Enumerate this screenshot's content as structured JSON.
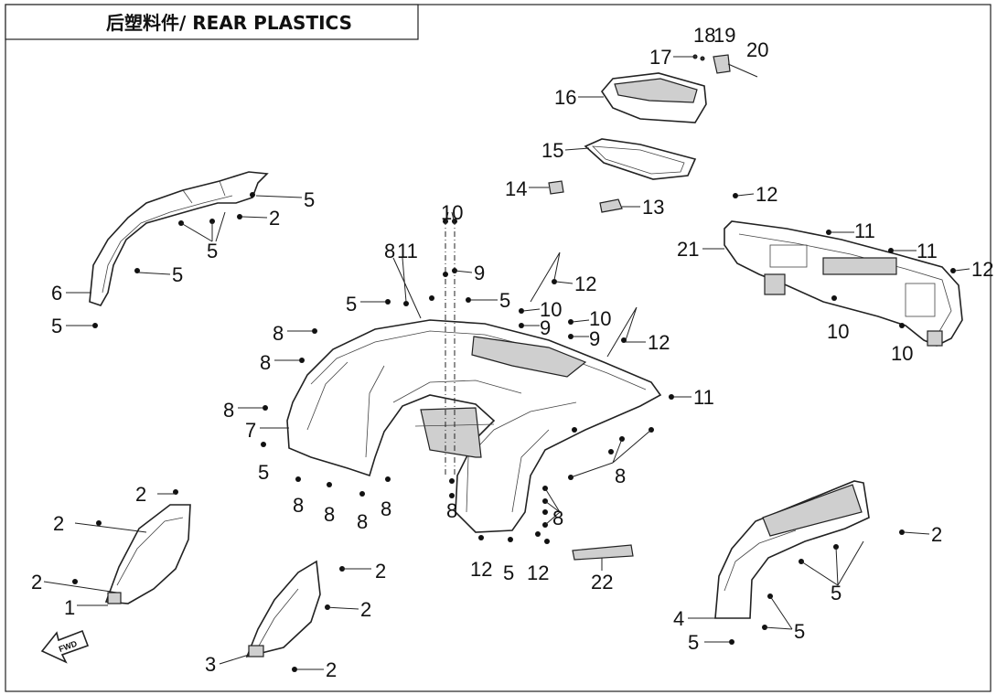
{
  "header": {
    "title": "后塑料件/ REAR PLASTICS"
  },
  "callouts": [
    {
      "id": "c17",
      "text": "17"
    },
    {
      "id": "c18",
      "text": "18"
    },
    {
      "id": "c19",
      "text": "19"
    },
    {
      "id": "c20",
      "text": "20"
    },
    {
      "id": "c16",
      "text": "16"
    },
    {
      "id": "c15",
      "text": "15"
    },
    {
      "id": "c14",
      "text": "14"
    },
    {
      "id": "c13",
      "text": "13"
    },
    {
      "id": "c5a",
      "text": "5"
    },
    {
      "id": "c2a",
      "text": "2"
    },
    {
      "id": "c5b",
      "text": "5"
    },
    {
      "id": "c5c",
      "text": "5"
    },
    {
      "id": "c6",
      "text": "6"
    },
    {
      "id": "c5d",
      "text": "5"
    },
    {
      "id": "c10a",
      "text": "10"
    },
    {
      "id": "c9a",
      "text": "9"
    },
    {
      "id": "c8a",
      "text": "8"
    },
    {
      "id": "c11a",
      "text": "11"
    },
    {
      "id": "c12a",
      "text": "12"
    },
    {
      "id": "c5e",
      "text": "5"
    },
    {
      "id": "c5f",
      "text": "5"
    },
    {
      "id": "c10b",
      "text": "10"
    },
    {
      "id": "c10c",
      "text": "10"
    },
    {
      "id": "c9b",
      "text": "9"
    },
    {
      "id": "c9c",
      "text": "9"
    },
    {
      "id": "c12b",
      "text": "12"
    },
    {
      "id": "c8b",
      "text": "8"
    },
    {
      "id": "c8c",
      "text": "8"
    },
    {
      "id": "c8d",
      "text": "8"
    },
    {
      "id": "c7",
      "text": "7"
    },
    {
      "id": "c5g",
      "text": "5"
    },
    {
      "id": "c8e",
      "text": "8"
    },
    {
      "id": "c8f",
      "text": "8"
    },
    {
      "id": "c8g",
      "text": "8"
    },
    {
      "id": "c8h",
      "text": "8"
    },
    {
      "id": "c11b",
      "text": "11"
    },
    {
      "id": "c8i",
      "text": "8"
    },
    {
      "id": "c8j",
      "text": "8"
    },
    {
      "id": "c8k",
      "text": "8"
    },
    {
      "id": "c12c",
      "text": "12"
    },
    {
      "id": "c5h",
      "text": "5"
    },
    {
      "id": "c12d",
      "text": "12"
    },
    {
      "id": "c12e",
      "text": "12"
    },
    {
      "id": "c21",
      "text": "21"
    },
    {
      "id": "c11c",
      "text": "11"
    },
    {
      "id": "c11d",
      "text": "11"
    },
    {
      "id": "c12f",
      "text": "12"
    },
    {
      "id": "c10d",
      "text": "10"
    },
    {
      "id": "c10e",
      "text": "10"
    },
    {
      "id": "c2b",
      "text": "2"
    },
    {
      "id": "c2c",
      "text": "2"
    },
    {
      "id": "c2d",
      "text": "2"
    },
    {
      "id": "c1",
      "text": "1"
    },
    {
      "id": "c2e",
      "text": "2"
    },
    {
      "id": "c2f",
      "text": "2"
    },
    {
      "id": "c3",
      "text": "3"
    },
    {
      "id": "c2g",
      "text": "2"
    },
    {
      "id": "c22",
      "text": "22"
    },
    {
      "id": "c2h",
      "text": "2"
    },
    {
      "id": "c5i",
      "text": "5"
    },
    {
      "id": "c4",
      "text": "4"
    },
    {
      "id": "c5j",
      "text": "5"
    },
    {
      "id": "c5k",
      "text": "5"
    }
  ],
  "fwd_label": "FWD"
}
